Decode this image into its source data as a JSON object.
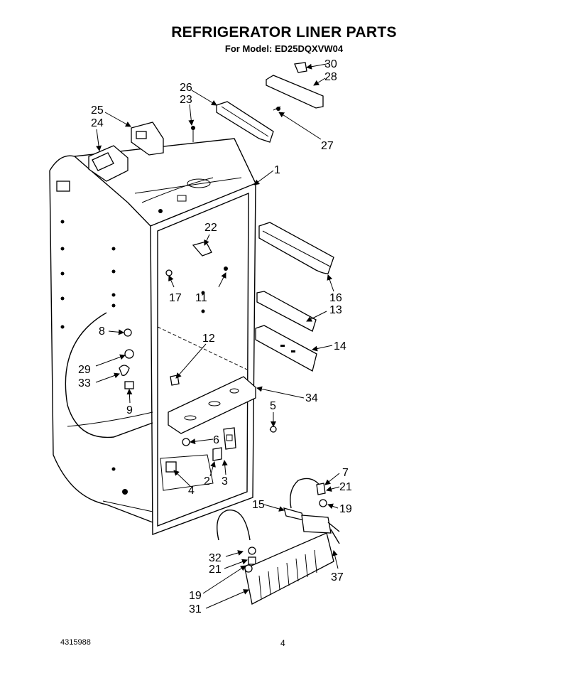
{
  "header": {
    "title": "REFRIGERATOR LINER PARTS",
    "model_line": "For Model: ED25DQXVW04"
  },
  "footer": {
    "doc_number": "4315988",
    "page_number": "4"
  },
  "callouts": {
    "c1": "1",
    "c2": "2",
    "c3": "3",
    "c4": "4",
    "c5": "5",
    "c6": "6",
    "c7": "7",
    "c8": "8",
    "c9": "9",
    "c11": "11",
    "c12": "12",
    "c13": "13",
    "c14": "14",
    "c15": "15",
    "c16": "16",
    "c17": "17",
    "c19a": "19",
    "c19b": "19",
    "c21a": "21",
    "c21b": "21",
    "c22": "22",
    "c23": "23",
    "c24": "24",
    "c25": "25",
    "c26": "26",
    "c27": "27",
    "c28": "28",
    "c29": "29",
    "c30": "30",
    "c31": "31",
    "c32": "32",
    "c33": "33",
    "c34": "34",
    "c37": "37"
  }
}
